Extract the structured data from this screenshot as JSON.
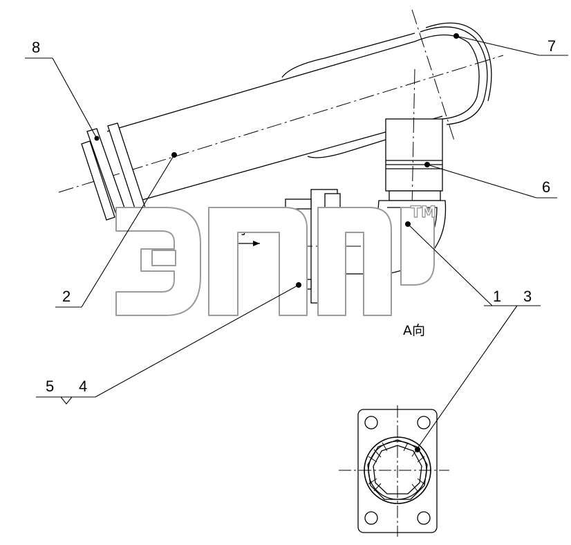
{
  "callouts": {
    "c1": "1",
    "c2": "2",
    "c3": "3",
    "c4": "4",
    "c5": "5",
    "c6": "6",
    "c7": "7",
    "c8": "8"
  },
  "view_labels": {
    "arrow_label": "A向",
    "section_title": "A向"
  },
  "watermark": {
    "text": "эпф",
    "trademark": "TM"
  },
  "colors": {
    "line": "#000000",
    "watermark_outline": "#9a9a9a",
    "background": "#ffffff"
  }
}
